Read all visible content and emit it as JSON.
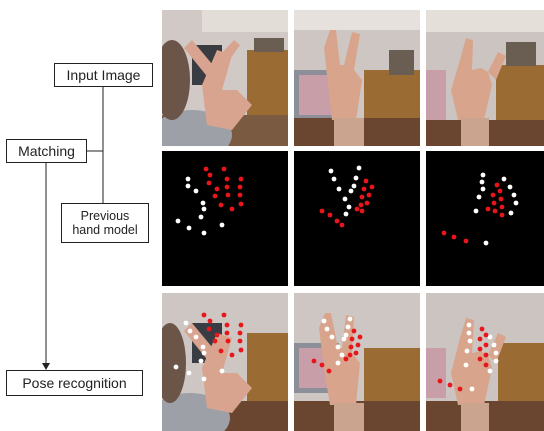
{
  "labels": {
    "input_image": "Input Image",
    "matching": "Matching",
    "previous_hand_model_line1": "Previous",
    "previous_hand_model_line2": "hand model",
    "pose_recognition": "Pose recognition"
  },
  "colors": {
    "wall": "#c9c2bf",
    "skin": "#d2a08a",
    "shelf": "#9a6b33",
    "desk": "#5e3a22",
    "model_bg": "#000000",
    "white_point": "#ffffff",
    "red_point": "#e8151b",
    "line": "#222222"
  },
  "icons": [
    "arrow-down-icon"
  ]
}
